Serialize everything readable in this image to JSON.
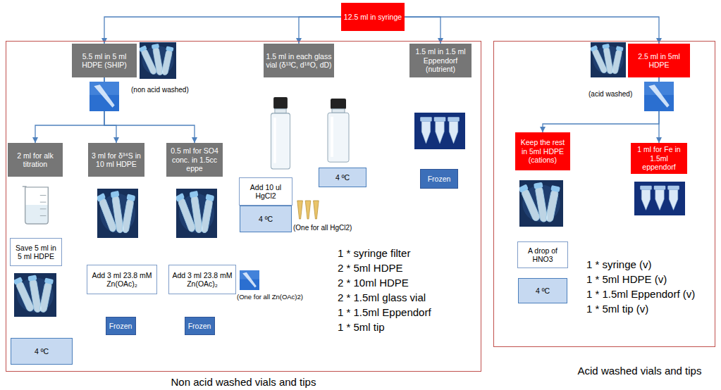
{
  "diagram": {
    "nodes": [
      {
        "text": [
          "12.5 ml in syringe"
        ]
      },
      {
        "text": [
          "Non acid washed vials and tips",
          "1 * syringe filter",
          "2 * 5ml HDPE",
          "2 * 10ml HDPE",
          "2 * 1.5ml glass vial",
          "1 * 1.5ml Eppendorf",
          "1 * 5ml tip"
        ]
      },
      {
        "text": [
          "5.5 ml in 5 ml HDPE (SHIP)"
        ],
        "in": 1
      },
      {
        "text": [
          "1.5 ml in each glass vial (δ¹³C, d¹⁸O, dD)"
        ],
        "in": 1
      },
      {
        "text": [
          "1.5 ml in 1.5 ml Eppendorf (nutrient)"
        ],
        "in": 1
      },
      {
        "text": [
          "2 ml for alk titration"
        ],
        "in": 1
      },
      {
        "text": [
          "3 ml for δ³⁴S in 10 ml HDPE"
        ],
        "in": 1
      },
      {
        "text": [
          "0.5 ml for SO4 conc. in 1.5cc eppe"
        ],
        "in": 1
      },
      {
        "text": [
          "Save 5 ml in 5 ml HDPE"
        ],
        "in": 1
      },
      {
        "text": [
          "4 ºC"
        ],
        "in": 1
      },
      {
        "text": [
          "Add 3 ml 23.8 mM Zn(OAc)₂"
        ],
        "in": 1
      },
      {
        "text": [
          "Frozen"
        ],
        "in": 1
      },
      {
        "text": [
          "Add 3 ml 23.8 mM Zn(OAc)₂"
        ],
        "in": 1
      },
      {
        "text": [
          "Frozen"
        ],
        "in": 1
      },
      {
        "text": [
          "Add 10 ul HgCl2"
        ],
        "in": 1
      },
      {
        "text": [
          "4 ºC"
        ],
        "in": 1
      },
      {
        "text": [
          "4 ºC"
        ],
        "in": 1
      },
      {
        "text": [
          "Frozen"
        ],
        "in": 1
      },
      {
        "text": [
          "Acid washed vials and tips",
          "1 * syringe (v)",
          "1 * 5ml HDPE (v)",
          "1 * 1.5ml Eppendorf (v)",
          "1 * 5ml tip (v)"
        ]
      },
      {
        "text": [
          "2.5 ml in 5ml HDPE"
        ],
        "in": 18
      },
      {
        "text": [
          "Keep the rest in 5ml HDPE (cations)"
        ],
        "in": 18
      },
      {
        "text": [
          "1 ml for Fe in 1.5ml eppendorf"
        ],
        "in": 18
      },
      {
        "text": [
          "A drop of HNO3"
        ],
        "in": 18
      },
      {
        "text": [
          "4 ºC"
        ],
        "in": 18
      }
    ],
    "edges": [
      {
        "from": 0,
        "to": 2,
        "arrow": "to"
      },
      {
        "from": 0,
        "to": 3,
        "arrow": "to"
      },
      {
        "from": 0,
        "to": 4,
        "arrow": "to"
      },
      {
        "from": 0,
        "to": 19,
        "arrow": "to"
      },
      {
        "from": 2,
        "to": 5,
        "arrow": "to"
      },
      {
        "from": 2,
        "to": 6,
        "arrow": "to"
      },
      {
        "from": 2,
        "to": 7,
        "arrow": "to"
      },
      {
        "from": 19,
        "to": 20,
        "arrow": "to"
      },
      {
        "from": 19,
        "to": 21,
        "arrow": "to"
      }
    ],
    "labels": [
      "(non acid washed)",
      "(One for all HgCl2)",
      "(One for all Zn(OAc)2)",
      "(acid washed)"
    ]
  }
}
